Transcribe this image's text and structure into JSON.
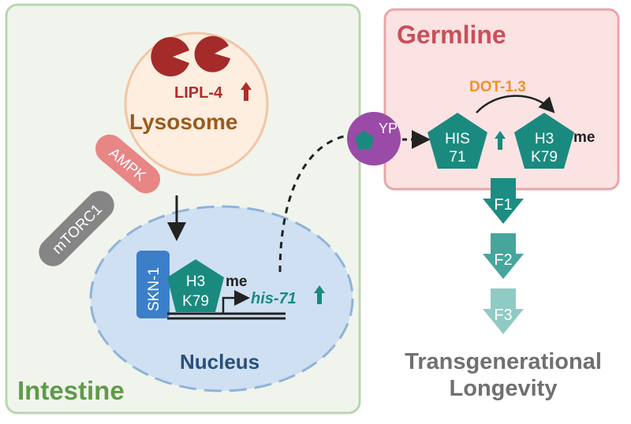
{
  "panels": {
    "intestine": {
      "label": "Intestine",
      "color": "#5f9a4a",
      "fill": "#f1f4ec",
      "stroke": "#b9d6b0"
    },
    "germline": {
      "label": "Germline",
      "color": "#c8505a",
      "fill": "#fbe3e3",
      "stroke": "#e7a6a9"
    }
  },
  "lysosome": {
    "label": "Lysosome",
    "enzyme": "LIPL-4",
    "label_color": "#9a5a1e",
    "enzyme_color": "#b22b2b"
  },
  "signaling": {
    "ampk": "AMPK",
    "mtorc1": "mTORC1"
  },
  "nucleus": {
    "label": "Nucleus",
    "tf": "SKN-1",
    "histone_line1": "H3",
    "histone_line2": "K79",
    "mark": "me",
    "gene": "his-71"
  },
  "germline": {
    "yp": "YP",
    "his_line1": "HIS",
    "his_line2": "71",
    "enzyme": "DOT-1.3",
    "h3_line1": "H3",
    "h3_line2": "K79",
    "mark": "me"
  },
  "generations": [
    "F1",
    "F2",
    "F3"
  ],
  "outcome": {
    "line1": "Transgenerational",
    "line2": "Longevity",
    "color": "#707070"
  },
  "colors": {
    "teal": "#1a8a7f",
    "lysosome_fill": "#fdeee0",
    "lysosome_stroke": "#f2c6a4",
    "ampk": "#e88585",
    "mtorc1": "#858585",
    "nucleus_fill": "#cfe0f2",
    "nucleus_stroke": "#8fb3d9",
    "skn1": "#3b7fc9",
    "yp": "#9a4ba7",
    "dot": "#f0922a",
    "nucleus_label": "#2a4f7a"
  }
}
